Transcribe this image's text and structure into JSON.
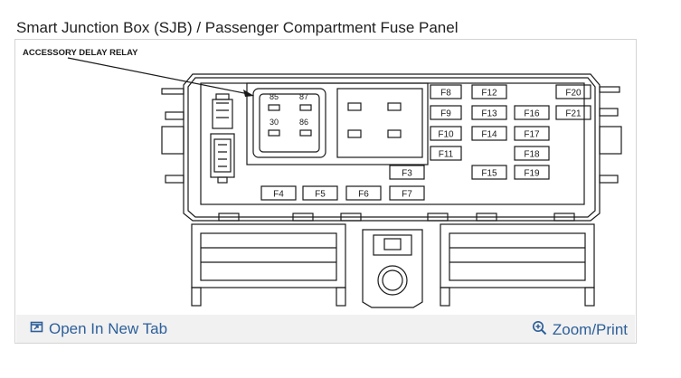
{
  "title": "Smart Junction Box (SJB) / Passenger Compartment Fuse Panel",
  "callout_label": "ACCESSORY DELAY RELAY",
  "relay_pins": [
    "85",
    "87",
    "30",
    "86"
  ],
  "fuses": {
    "f1": "F8",
    "f2": "F9",
    "f3": "F10",
    "f4": "F11",
    "f5": "F12",
    "f6": "F13",
    "f7": "F14",
    "f8": "F15",
    "f9": "F16",
    "f10": "F17",
    "f11": "F18",
    "f12": "F19",
    "f13": "F20",
    "f14": "F21",
    "f15": "F3",
    "f16": "F4",
    "f17": "F5",
    "f18": "F6",
    "f19": "F7"
  },
  "footer": {
    "open_label": "Open In New Tab",
    "zoom_label": "Zoom/Print"
  },
  "icons": {
    "open": "open-in-new-tab-icon",
    "zoom": "zoom-icon"
  },
  "colors": {
    "link": "#2d5f9a",
    "footer_bg": "#f1f1f1",
    "line": "#1a1a1a"
  }
}
